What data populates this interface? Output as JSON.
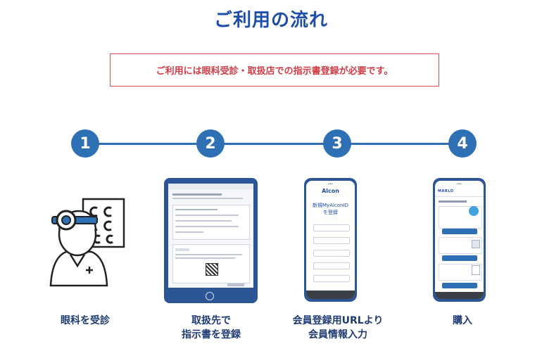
{
  "page": {
    "title": "ご利用の流れ",
    "notice": "ご利用には眼科受診・取扱店での指示書登録が必要です。"
  },
  "steps": [
    {
      "number": "1",
      "label_line1": "眼科を受診",
      "label_line2": ""
    },
    {
      "number": "2",
      "label_line1": "取扱先で",
      "label_line2": "指示書を登録"
    },
    {
      "number": "3",
      "label_line1": "会員登録用URLより",
      "label_line2": "会員情報入力"
    },
    {
      "number": "4",
      "label_line1": "購入",
      "label_line2": ""
    }
  ],
  "phone_registration": {
    "brand": "Alcon",
    "heading_line1": "新規MyAlconID",
    "heading_line2": "を登録"
  },
  "phone_purchase": {
    "brand": "MARLO"
  },
  "colors": {
    "primary_blue": "#2f6fb3",
    "title_blue": "#1f4ea8",
    "notice_red": "#d23c46",
    "device_body": "#2c5596"
  },
  "icons": [
    "eye-exam-icon",
    "eye-chart-icon",
    "tablet-device-icon",
    "phone-device-icon"
  ]
}
